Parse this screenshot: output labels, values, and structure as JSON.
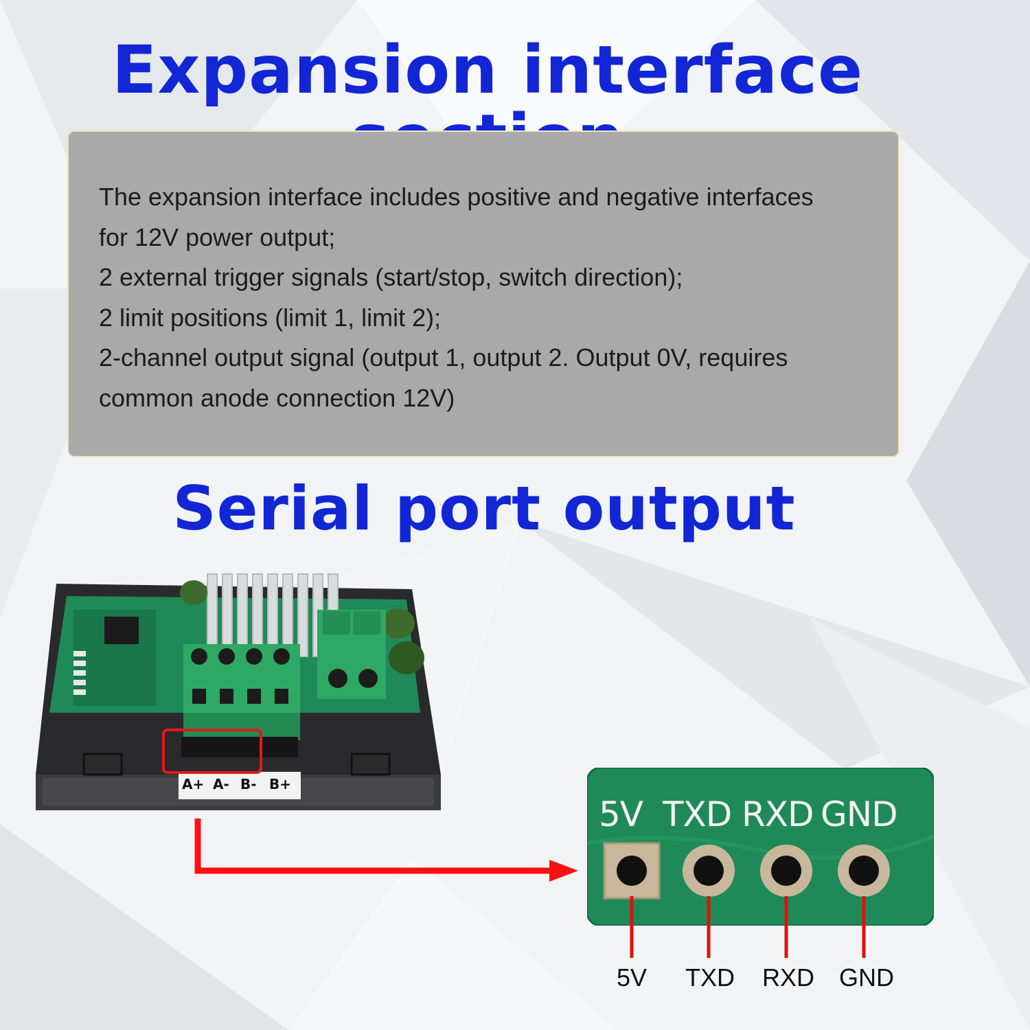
{
  "headings": {
    "expansion": "Expansion interface section",
    "serial": "Serial port output"
  },
  "description": {
    "lines": [
      "The expansion interface includes positive and negative interfaces",
      "for 12V power output;",
      "2 external trigger signals (start/stop, switch direction);",
      "2 limit positions (limit 1, limit 2);",
      "2-channel output signal (output 1, output 2. Output 0V, requires",
      "common anode connection 12V)"
    ]
  },
  "device": {
    "terminal_labels": [
      "A+",
      "A-",
      "B-",
      "B+"
    ]
  },
  "pcb_silkscreen": [
    "5V",
    "TXD",
    "RXD",
    "GND"
  ],
  "pin_labels": [
    "5V",
    "TXD",
    "RXD",
    "GND"
  ],
  "colors": {
    "heading": "#1226d6",
    "box_background": "#a9a9a9",
    "box_border": "#f2e3b8",
    "arrow": "#ff1010",
    "pcb_green": "#1f8a57"
  }
}
